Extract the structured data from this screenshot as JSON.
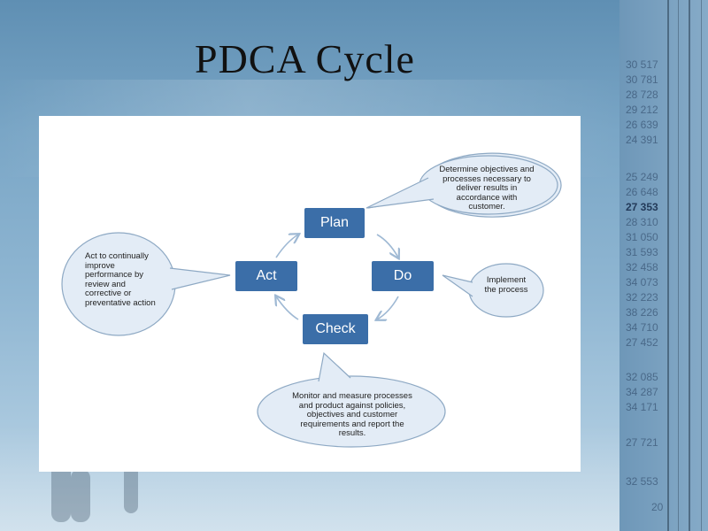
{
  "title": "PDCA Cycle",
  "cycle": {
    "plan": "Plan",
    "do": "Do",
    "check": "Check",
    "act": "Act"
  },
  "callouts": {
    "plan": "Determine objectives and processes necessary to deliver results in accordance with customer.",
    "do": "Implement the process",
    "check": "Monitor and measure processes and product against policies, objectives and customer requirements and report the results.",
    "act": "Act to continually improve performance by review and corrective or preventative action"
  },
  "sidebar_numbers": [
    {
      "value": "30 517",
      "strong": false
    },
    {
      "value": "30 781",
      "strong": false
    },
    {
      "value": "28 728",
      "strong": false
    },
    {
      "value": "29 212",
      "strong": false
    },
    {
      "value": "26 639",
      "strong": false
    },
    {
      "value": "24 391",
      "strong": false
    },
    {
      "value": "25 249",
      "strong": false
    },
    {
      "value": "26 648",
      "strong": false
    },
    {
      "value": "27 353",
      "strong": true
    },
    {
      "value": "28 310",
      "strong": false
    },
    {
      "value": "31 050",
      "strong": false
    },
    {
      "value": "31 593",
      "strong": false
    },
    {
      "value": "32 458",
      "strong": false
    },
    {
      "value": "34 073",
      "strong": false
    },
    {
      "value": "32 223",
      "strong": false
    },
    {
      "value": "38 226",
      "strong": false
    },
    {
      "value": "34 710",
      "strong": false
    },
    {
      "value": "27 452",
      "strong": false
    },
    {
      "value": "32 085",
      "strong": false
    },
    {
      "value": "34 287",
      "strong": false
    },
    {
      "value": "34 171",
      "strong": false
    },
    {
      "value": "27 721",
      "strong": false
    },
    {
      "value": "32 553",
      "strong": false
    }
  ],
  "page_number": "20",
  "colors": {
    "box": "#3b6ea8",
    "callout_fill": "#e3ecf6",
    "callout_stroke": "#8ea9c4",
    "arrow": "#9fb9d4"
  }
}
